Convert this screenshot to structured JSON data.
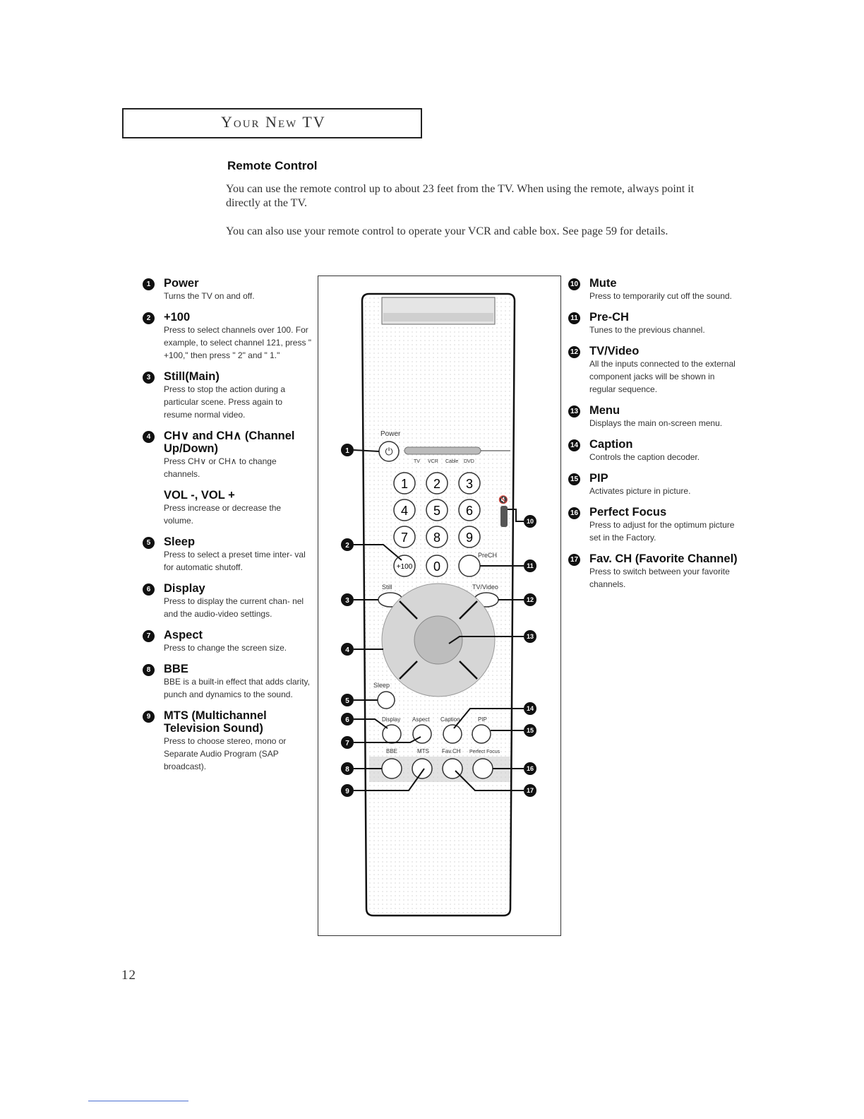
{
  "header": {
    "title": "Your New TV"
  },
  "section_title": "Remote Control",
  "intro": [
    "You can use the remote control up to about 23 feet from the TV. When using the remote, always point it directly at the TV.",
    "You can also use your remote control to operate your VCR and cable box. See page 59 for details."
  ],
  "left_items": [
    {
      "num": "1",
      "title": "Power",
      "desc": "Turns the TV on and off."
    },
    {
      "num": "2",
      "title": "+100",
      "desc": "Press to select channels over 100. For example, to select channel 121, press \" +100,\" then press \" 2\" and \" 1.\""
    },
    {
      "num": "3",
      "title": "Still(Main)",
      "desc": "Press to stop the action during a particular scene. Press again to resume normal video."
    },
    {
      "num": "4",
      "title": "CH∨ and CH∧ (Channel Up/Down)",
      "desc": "Press CH∨ or CH∧ to change channels."
    },
    {
      "num": "",
      "title": "VOL -, VOL +",
      "desc": "Press increase or decrease the volume."
    },
    {
      "num": "5",
      "title": "Sleep",
      "desc": "Press to select a preset time inter- val for automatic shutoff."
    },
    {
      "num": "6",
      "title": "Display",
      "desc": "Press to display the current chan- nel and the audio-video settings."
    },
    {
      "num": "7",
      "title": "Aspect",
      "desc": "Press to change the screen size."
    },
    {
      "num": "8",
      "title": "BBE",
      "desc": "BBE is a built-in effect that adds clarity, punch and dynamics to the sound."
    },
    {
      "num": "9",
      "title": "MTS (Multichannel Television Sound)",
      "desc": "Press to choose stereo, mono or Separate Audio Program (SAP broadcast)."
    }
  ],
  "right_items": [
    {
      "num": "10",
      "title": "Mute",
      "desc": "Press to temporarily cut off the sound."
    },
    {
      "num": "11",
      "title": "Pre-CH",
      "desc": "Tunes to the previous channel."
    },
    {
      "num": "12",
      "title": "TV/Video",
      "desc": "All the inputs connected to the external component jacks will be shown in regular sequence."
    },
    {
      "num": "13",
      "title": "Menu",
      "desc": "Displays the main on-screen menu."
    },
    {
      "num": "14",
      "title": "Caption",
      "desc": "Controls the caption decoder."
    },
    {
      "num": "15",
      "title": "PIP",
      "desc": "Activates picture in picture."
    },
    {
      "num": "16",
      "title": "Perfect Focus",
      "desc": "Press to adjust for the optimum picture set in the Factory."
    },
    {
      "num": "17",
      "title": "Fav. CH (Favorite Channel)",
      "desc": "Press to switch between your favorite channels."
    }
  ],
  "remote": {
    "power_label": "Power",
    "modes": [
      "TV",
      "VCR",
      "Cable",
      "DVD"
    ],
    "digits": [
      "1",
      "2",
      "3",
      "4",
      "5",
      "6",
      "7",
      "8",
      "9"
    ],
    "plus100": "+100",
    "zero": "0",
    "prech_label": "PreCH",
    "still_label": "Still",
    "tvvideo_label": "TV/Video",
    "sleep_label": "Sleep",
    "row1_labels": [
      "Display",
      "Aspect",
      "Caption",
      "PIP"
    ],
    "row2_labels": [
      "BBE",
      "MTS",
      "Fav.CH",
      "Perfect Focus"
    ],
    "mute_label": "Mute",
    "callouts_left": [
      "1",
      "2",
      "3",
      "4",
      "5",
      "6",
      "7",
      "8",
      "9"
    ],
    "callouts_right": [
      "10",
      "11",
      "12",
      "13",
      "14",
      "15",
      "16",
      "17"
    ]
  },
  "page_number": "12"
}
